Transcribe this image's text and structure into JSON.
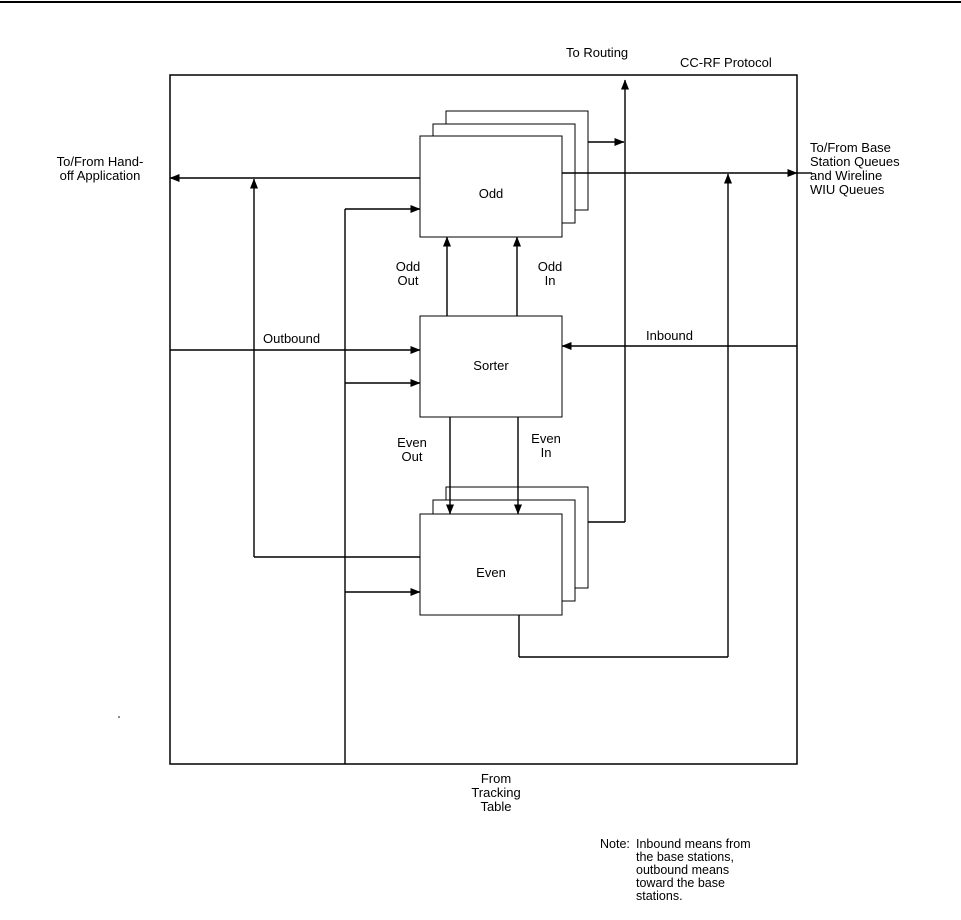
{
  "diagram": {
    "frame_title": "CC-RF Protocol",
    "boxes": {
      "odd": "Odd",
      "sorter": "Sorter",
      "even": "Even"
    },
    "labels": {
      "to_routing": "To Routing",
      "handoff": [
        "To/From Hand-",
        "off Application"
      ],
      "base_station": [
        "To/From Base",
        "Station Queues",
        "and Wireline",
        "WIU Queues"
      ],
      "outbound": "Outbound",
      "inbound": "Inbound",
      "odd_out": [
        "Odd",
        "Out"
      ],
      "odd_in": [
        "Odd",
        "In"
      ],
      "even_out": [
        "Even",
        "Out"
      ],
      "even_in": [
        "Even",
        "In"
      ],
      "tracking_table": [
        "From",
        "Tracking",
        "Table"
      ]
    },
    "note": {
      "prefix": "Note:",
      "lines": [
        "Inbound means from",
        "the base stations,",
        "outbound means",
        "toward the base",
        "stations."
      ]
    }
  }
}
